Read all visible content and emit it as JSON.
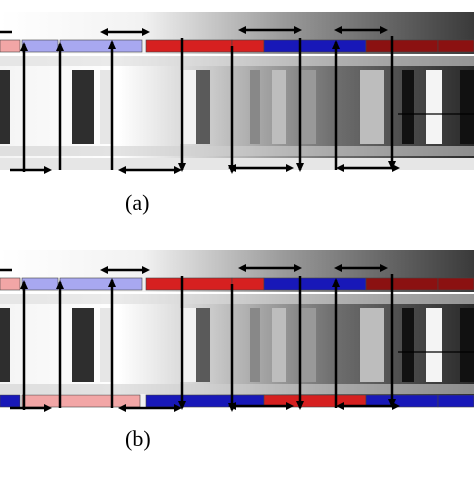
{
  "panels": [
    {
      "label": "(a)",
      "lower_magnets": "none"
    },
    {
      "label": "(b)",
      "lower_magnets": "red-blue"
    }
  ],
  "colors": {
    "red": "#d62020",
    "dark_red": "#8b1111",
    "blue": "#1818b8",
    "light_red": "#f2a6a6",
    "light_blue": "#a8a8f0",
    "gray_light": "#e8e8e8",
    "gray_dark": "#2e2e2e",
    "arrow": "#000000"
  },
  "icons": [
    "double-arrow-icon",
    "vertical-arrow-icon",
    "leader-line"
  ]
}
